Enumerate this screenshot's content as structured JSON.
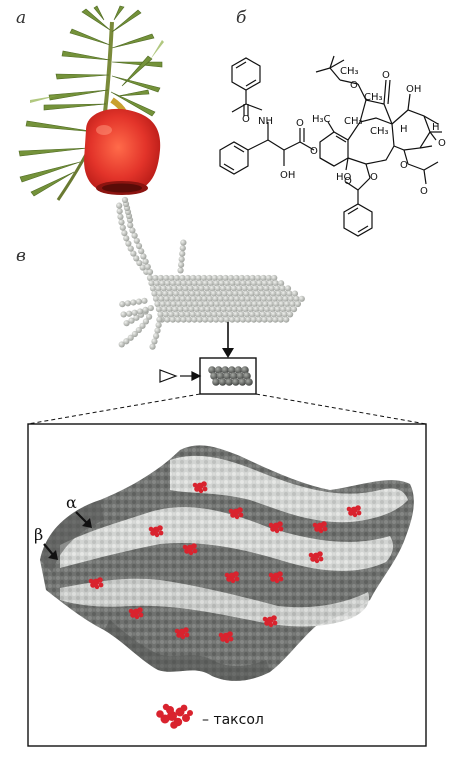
{
  "panels": {
    "a": "а",
    "b": "б",
    "v": "в"
  },
  "chemistry": {
    "labels": [
      "NH",
      "O",
      "O",
      "OH",
      "O",
      "O",
      "O",
      "H₃C",
      "CH₃",
      "CH₃",
      "CH₃",
      "OH",
      "H",
      "H",
      "HO",
      "O",
      "O",
      "O",
      "CH₃",
      "O",
      "O"
    ]
  },
  "microtubule": {
    "alpha_label": "α",
    "beta_label": "β"
  },
  "legend": {
    "taxol_label": "– таксол"
  },
  "colors": {
    "taxol": "#d9232e",
    "alpha_tubulin": "#d4d6d4",
    "beta_tubulin": "#6f716f",
    "berry": "#e0362c",
    "needle": "#6f8f3a"
  }
}
